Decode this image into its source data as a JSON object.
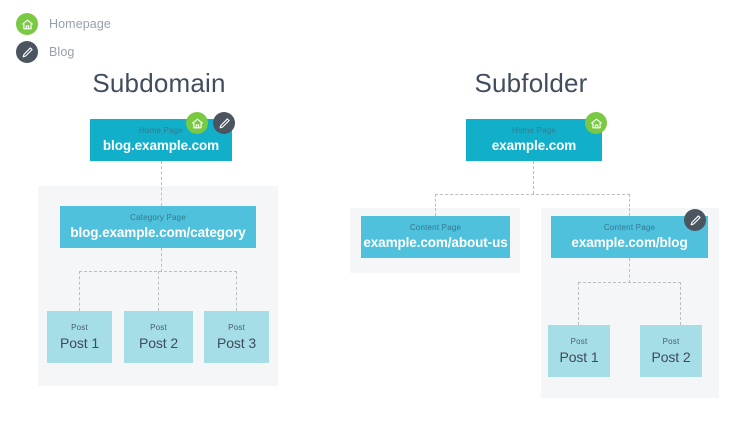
{
  "legend": {
    "items": [
      {
        "icon": "home-icon",
        "label": "Homepage"
      },
      {
        "icon": "pencil-icon",
        "label": "Blog"
      }
    ]
  },
  "columns": [
    {
      "id": "subdomain",
      "title": "Subdomain"
    },
    {
      "id": "subfolder",
      "title": "Subfolder"
    }
  ],
  "subdomain": {
    "home": {
      "kind": "Home Page",
      "url": "blog.example.com",
      "badges": [
        "home-icon",
        "pencil-icon"
      ]
    },
    "category": {
      "kind": "Category Page",
      "url": "blog.example.com/category",
      "badges": []
    },
    "posts": [
      {
        "kind": "Post",
        "url": "Post 1"
      },
      {
        "kind": "Post",
        "url": "Post 2"
      },
      {
        "kind": "Post",
        "url": "Post 3"
      }
    ]
  },
  "subfolder": {
    "home": {
      "kind": "Home Page",
      "url": "example.com",
      "badges": [
        "home-icon"
      ]
    },
    "about": {
      "kind": "Content Page",
      "url": "example.com/about-us",
      "badges": []
    },
    "blog": {
      "kind": "Content Page",
      "url": "example.com/blog",
      "badges": [
        "pencil-icon"
      ]
    },
    "posts": [
      {
        "kind": "Post",
        "url": "Post 1"
      },
      {
        "kind": "Post",
        "url": "Post 2"
      }
    ]
  },
  "colors": {
    "home_box": "#12afcb",
    "mid_box": "#4fc1dc",
    "post_box": "#a6dee7",
    "panel": "#f5f6f7",
    "badge_green": "#7ac943",
    "badge_dark": "#4a5560",
    "heading_text": "#414d5e",
    "legend_text": "#96a0ac",
    "connector": "#b9bfc6"
  }
}
